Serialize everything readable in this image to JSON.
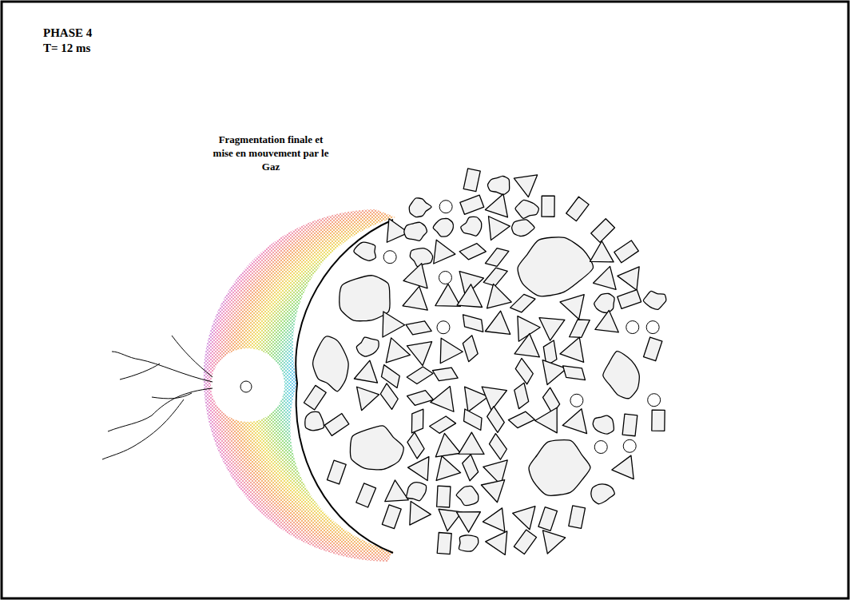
{
  "diagram": {
    "labels": [
      "PHASE 4",
      "T= 12 ms",
      "Fragmentation finale et mise en mouvement par le Gaz"
    ]
  }
}
